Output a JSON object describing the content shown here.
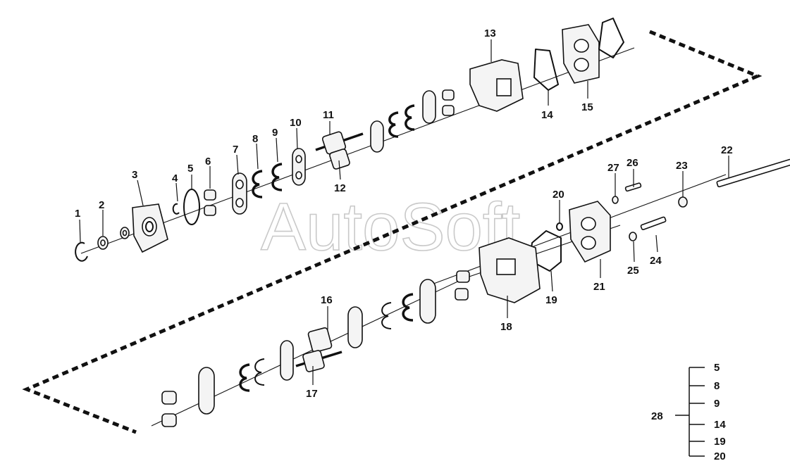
{
  "watermark": "AutoSoft",
  "callouts": [
    "1",
    "2",
    "3",
    "4",
    "5",
    "6",
    "7",
    "8",
    "9",
    "10",
    "11",
    "12",
    "13",
    "14",
    "15",
    "16",
    "17",
    "18",
    "19",
    "20",
    "21",
    "22",
    "23",
    "24",
    "25",
    "26",
    "27"
  ],
  "legend": {
    "group": "28",
    "items": [
      "5",
      "8",
      "9",
      "14",
      "19",
      "20"
    ]
  }
}
